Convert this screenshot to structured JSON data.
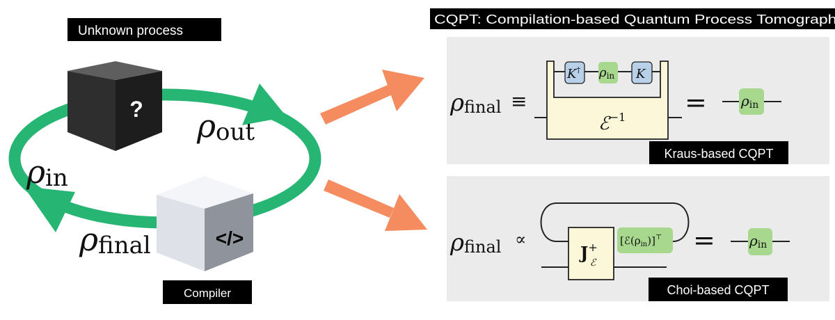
{
  "labels": {
    "unknown_process": "Unknown process",
    "compiler": "Compiler",
    "title": "CQPT: Compilation-based Quantum Process Tomography",
    "kraus": "Kraus-based CQPT",
    "choi": "Choi-based CQPT"
  },
  "loop": {
    "rho": "ρ",
    "out": "out",
    "in": "in",
    "final": "final",
    "question": "?",
    "code": "</>"
  },
  "kraus_eq": {
    "rho": "ρ",
    "final": "final",
    "equiv": "≡",
    "k_dagger": "K",
    "dagger": "†",
    "rho_in": "ρ",
    "in": "in",
    "k": "K",
    "channel": "ℰ",
    "inverse": "−1",
    "equals": "="
  },
  "choi_eq": {
    "rho": "ρ",
    "final": "final",
    "propto": "∝",
    "J": "J",
    "J_sup": "+",
    "J_sub": "ℰ",
    "state": "[ℰ(ρ",
    "state_sub": "in",
    "state_end": ")]",
    "transpose": "⊤",
    "equals": "=",
    "rho_in": "ρ",
    "in": "in"
  },
  "colors": {
    "loop_green": "#27b574",
    "arrow_orange": "#f48c5f",
    "panel_bg": "#ebebeb",
    "gate_blue": "#b9d1e8",
    "state_green": "#a8d88e",
    "box_yellow": "#fbf7d8"
  }
}
